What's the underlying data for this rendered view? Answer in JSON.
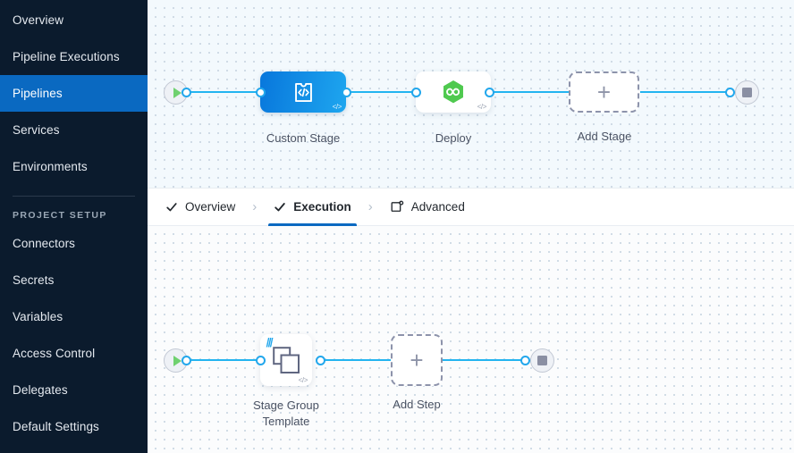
{
  "sidebar": {
    "items": [
      {
        "label": "Overview",
        "active": false
      },
      {
        "label": "Pipeline Executions",
        "active": false
      },
      {
        "label": "Pipelines",
        "active": true
      },
      {
        "label": "Services",
        "active": false
      },
      {
        "label": "Environments",
        "active": false
      }
    ],
    "section_label": "PROJECT SETUP",
    "setup_items": [
      {
        "label": "Connectors"
      },
      {
        "label": "Secrets"
      },
      {
        "label": "Variables"
      },
      {
        "label": "Access Control"
      },
      {
        "label": "Delegates"
      },
      {
        "label": "Default Settings"
      }
    ],
    "active_color": "#0a69c1",
    "background_color": "#0b1b2d"
  },
  "tabs": [
    {
      "label": "Overview",
      "icon": "check-icon",
      "active": false
    },
    {
      "label": "Execution",
      "icon": "check-icon",
      "active": true
    },
    {
      "label": "Advanced",
      "icon": "advanced-settings-icon",
      "active": false
    }
  ],
  "tab_separator": "›",
  "stage_canvas": {
    "start_node": "start-play-icon",
    "end_node": "end-stop-icon",
    "nodes": [
      {
        "name": "custom-stage",
        "label": "Custom Stage",
        "icon": "custom-stage-code-icon",
        "style": "blue",
        "code_badge": "</>"
      },
      {
        "name": "deploy-stage",
        "label": "Deploy",
        "icon": "deploy-hexagon-infinity-icon",
        "style": "white",
        "code_badge": "</>"
      },
      {
        "name": "add-stage",
        "label": "Add Stage",
        "icon": "plus-icon",
        "style": "dashed",
        "code_badge": ""
      }
    ]
  },
  "step_canvas": {
    "start_node": "start-play-icon",
    "end_node": "end-stop-icon",
    "nodes": [
      {
        "name": "stage-group-template",
        "label": "Stage Group\nTemplate",
        "icon": "stacked-squares-icon",
        "style": "white-square",
        "code_badge": "</>"
      },
      {
        "name": "add-step",
        "label": "Add Step",
        "icon": "plus-icon",
        "style": "dashed-square",
        "code_badge": ""
      }
    ]
  },
  "colors": {
    "edge": "#23b4f0",
    "accent_blue": "#0a69c1",
    "deploy_green": "#4fc94f",
    "play_green": "#6fd16f",
    "canvas_top": "#f3f9fd",
    "canvas_bottom": "#fbfcfd"
  }
}
